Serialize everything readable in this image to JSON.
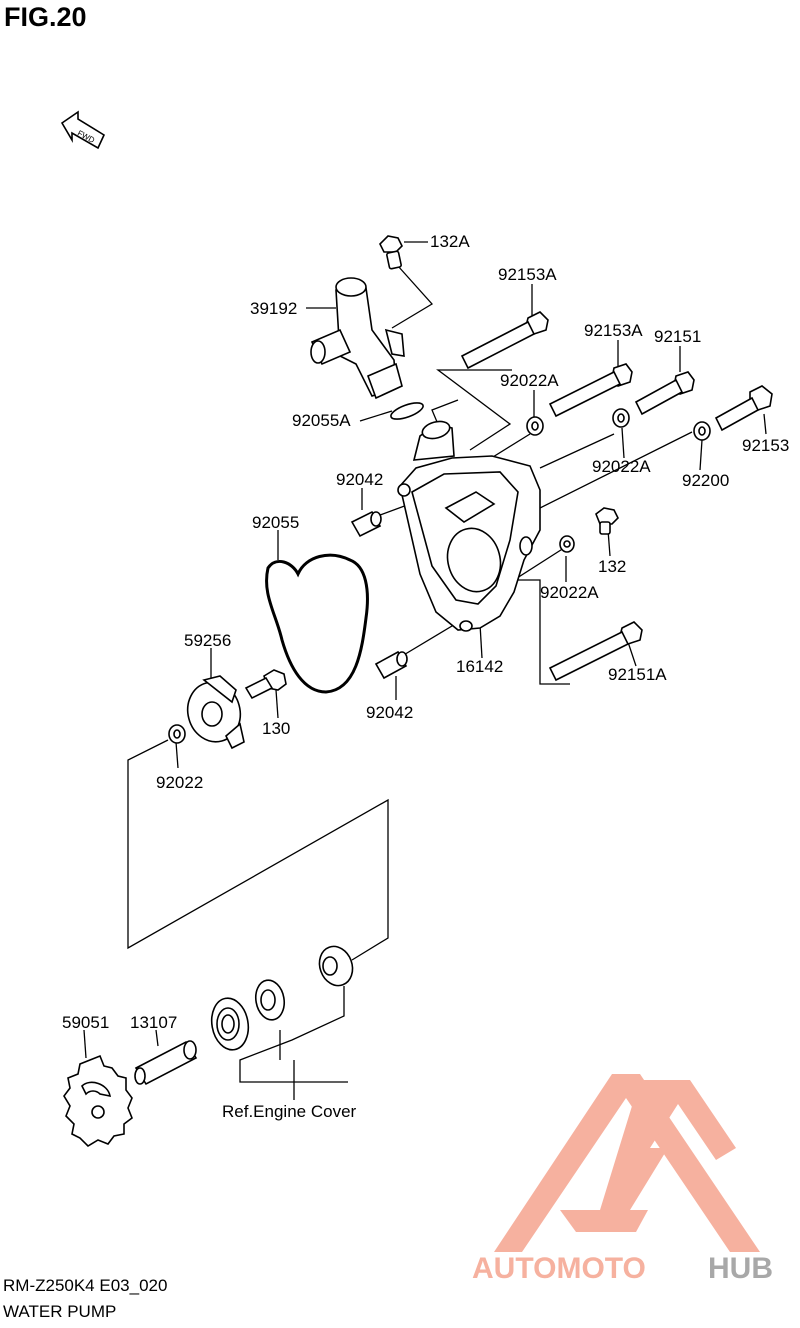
{
  "figure": {
    "title": "FIG.20",
    "model_code": "RM-Z250K4 E03_020",
    "section": "WATER PUMP"
  },
  "fwd_arrow": {
    "label": "FWD",
    "icon": "fwd-arrow-icon"
  },
  "parts": [
    {
      "id": "p132A",
      "number": "132A"
    },
    {
      "id": "p39192",
      "number": "39192"
    },
    {
      "id": "p92153A_1",
      "number": "92153A"
    },
    {
      "id": "p92153A_2",
      "number": "92153A"
    },
    {
      "id": "p92151",
      "number": "92151"
    },
    {
      "id": "p92022A_1",
      "number": "92022A"
    },
    {
      "id": "p92055A",
      "number": "92055A"
    },
    {
      "id": "p92153",
      "number": "92153"
    },
    {
      "id": "p92022A_2",
      "number": "92022A"
    },
    {
      "id": "p92200",
      "number": "92200"
    },
    {
      "id": "p92042_1",
      "number": "92042"
    },
    {
      "id": "p92055",
      "number": "92055"
    },
    {
      "id": "p132",
      "number": "132"
    },
    {
      "id": "p92022A_3",
      "number": "92022A"
    },
    {
      "id": "p59256",
      "number": "59256"
    },
    {
      "id": "p16142",
      "number": "16142"
    },
    {
      "id": "p92151A",
      "number": "92151A"
    },
    {
      "id": "p130",
      "number": "130"
    },
    {
      "id": "p92042_2",
      "number": "92042"
    },
    {
      "id": "p92022",
      "number": "92022"
    },
    {
      "id": "p59051",
      "number": "59051"
    },
    {
      "id": "p13107",
      "number": "13107"
    }
  ],
  "reference": "Ref.Engine Cover",
  "watermark": {
    "text_part1": "AUTOMOTO",
    "text_part2": "HUB",
    "color_primary": "#f5a48f",
    "color_secondary": "#9a9a9a"
  }
}
